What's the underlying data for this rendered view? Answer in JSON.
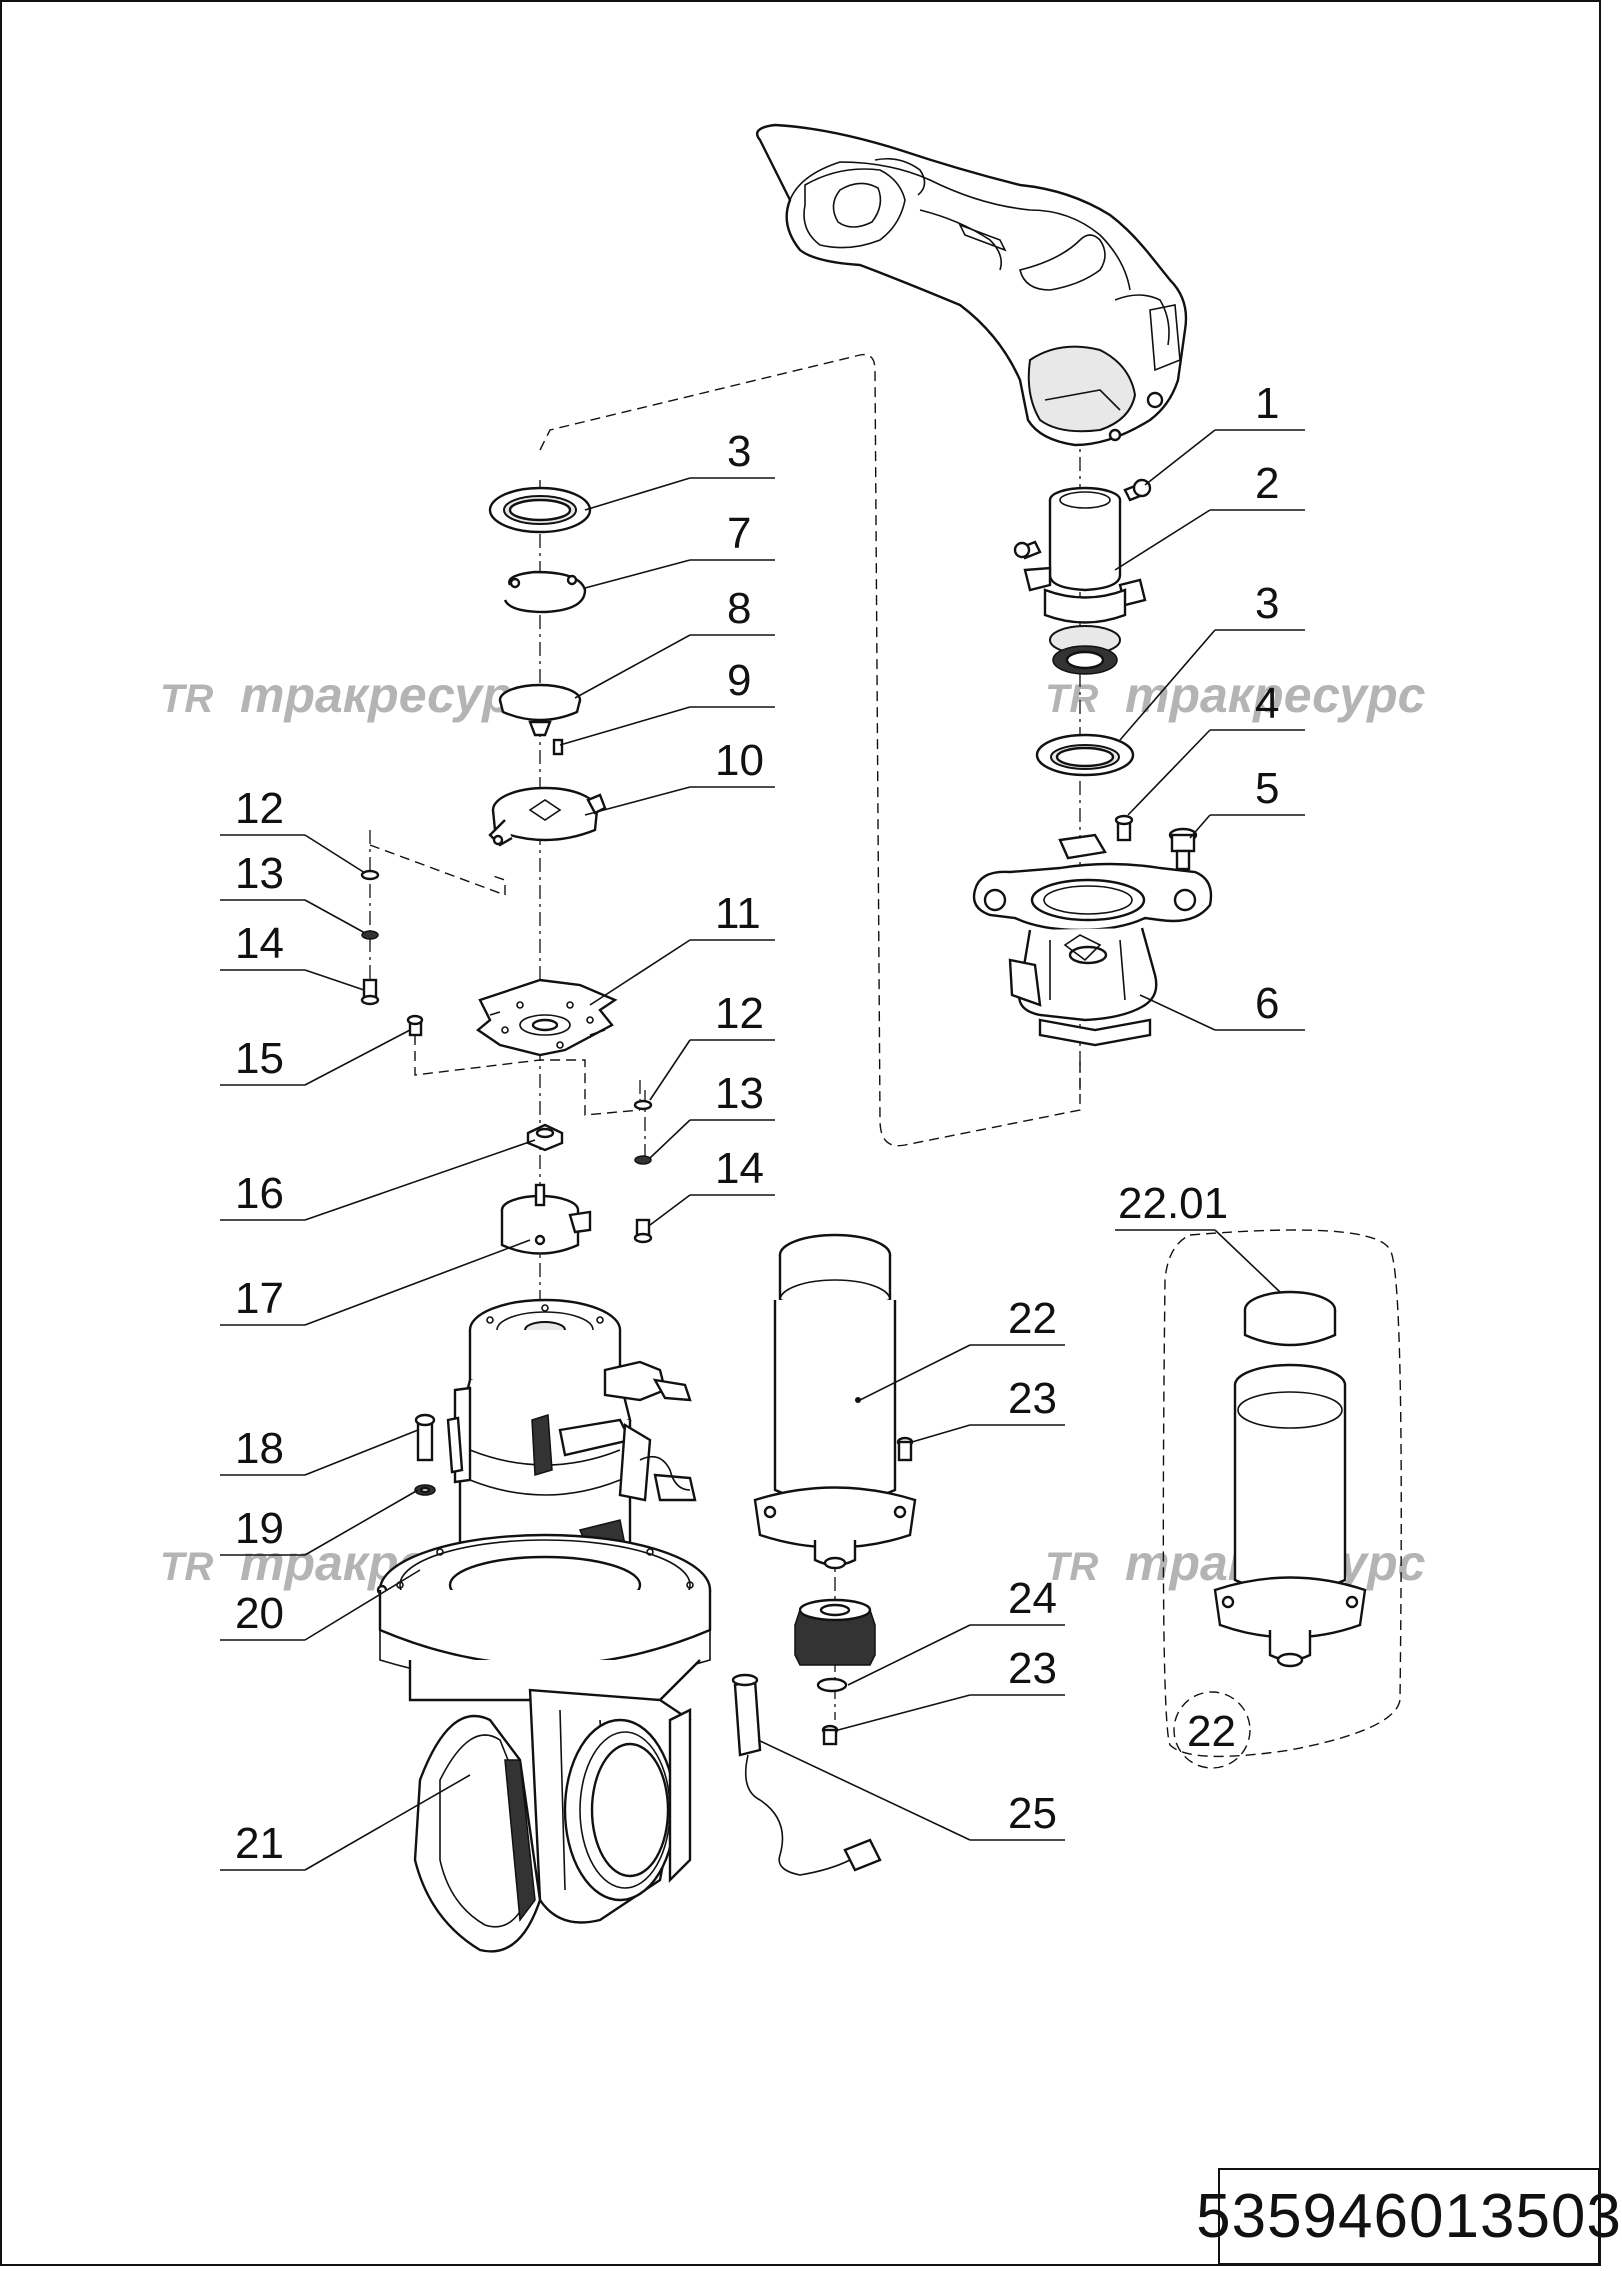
{
  "watermark": {
    "logo": "TR",
    "text": "тракресурс"
  },
  "drawing_number": "535946013503",
  "callouts": {
    "c1": "1",
    "c2": "2",
    "c3a": "3",
    "c3b": "3",
    "c4": "4",
    "c5": "5",
    "c6": "6",
    "c7": "7",
    "c8": "8",
    "c9": "9",
    "c10": "10",
    "c11": "11",
    "c12a": "12",
    "c12b": "12",
    "c13a": "13",
    "c13b": "13",
    "c14a": "14",
    "c14b": "14",
    "c15": "15",
    "c16": "16",
    "c17": "17",
    "c18": "18",
    "c19": "19",
    "c20": "20",
    "c21": "21",
    "c22": "22",
    "c22_01": "22.01",
    "c22_kit": "22",
    "c23a": "23",
    "c23b": "23",
    "c24": "24",
    "c25": "25"
  }
}
